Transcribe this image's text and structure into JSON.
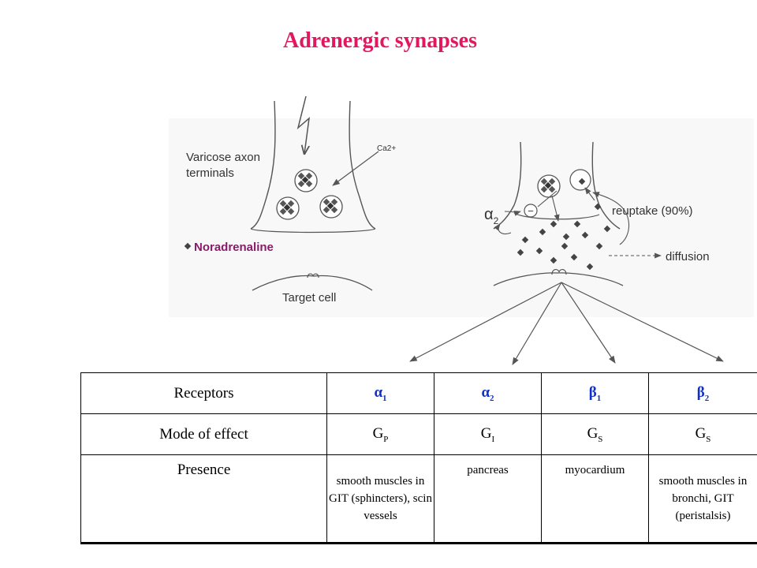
{
  "title": "Adrenergic synapses",
  "colors": {
    "title": "#e0195f",
    "noradrenaline_label": "#8a1a6a",
    "receptor_labels": "#1030c8",
    "line_art": "#555555"
  },
  "diagram": {
    "left_labels": {
      "varicose": [
        "Varicose axon",
        "terminals"
      ],
      "ca": "Ca2+",
      "noradrenaline": "Noradrenaline",
      "target": "Target cell"
    },
    "right_labels": {
      "alpha": "α",
      "alpha_sub": "2",
      "minus": "−",
      "reuptake": "reuptake (90%)",
      "diffusion": "diffusion"
    },
    "icons": [
      "lightning-bolt-icon",
      "vesicle-icon",
      "minus-circle-icon",
      "arrow-icon"
    ]
  },
  "table": {
    "row_labels": {
      "receptors": "Receptors",
      "mode": "Mode of effect",
      "presence": "Presence"
    },
    "receptors": [
      {
        "sym": "α",
        "sub": "1"
      },
      {
        "sym": "α",
        "sub": "2"
      },
      {
        "sym": "β",
        "sub": "1"
      },
      {
        "sym": "β",
        "sub": "2"
      }
    ],
    "mode": [
      {
        "main": "G",
        "sub": "P"
      },
      {
        "main": "G",
        "sub": "I"
      },
      {
        "main": "G",
        "sub": "S"
      },
      {
        "main": "G",
        "sub": "S"
      }
    ],
    "presence": [
      "smooth muscles in GIT (sphincters), scin vessels",
      "pancreas",
      "myocardium",
      "smooth muscles in bronchi, GIT (peristalsis)"
    ]
  }
}
